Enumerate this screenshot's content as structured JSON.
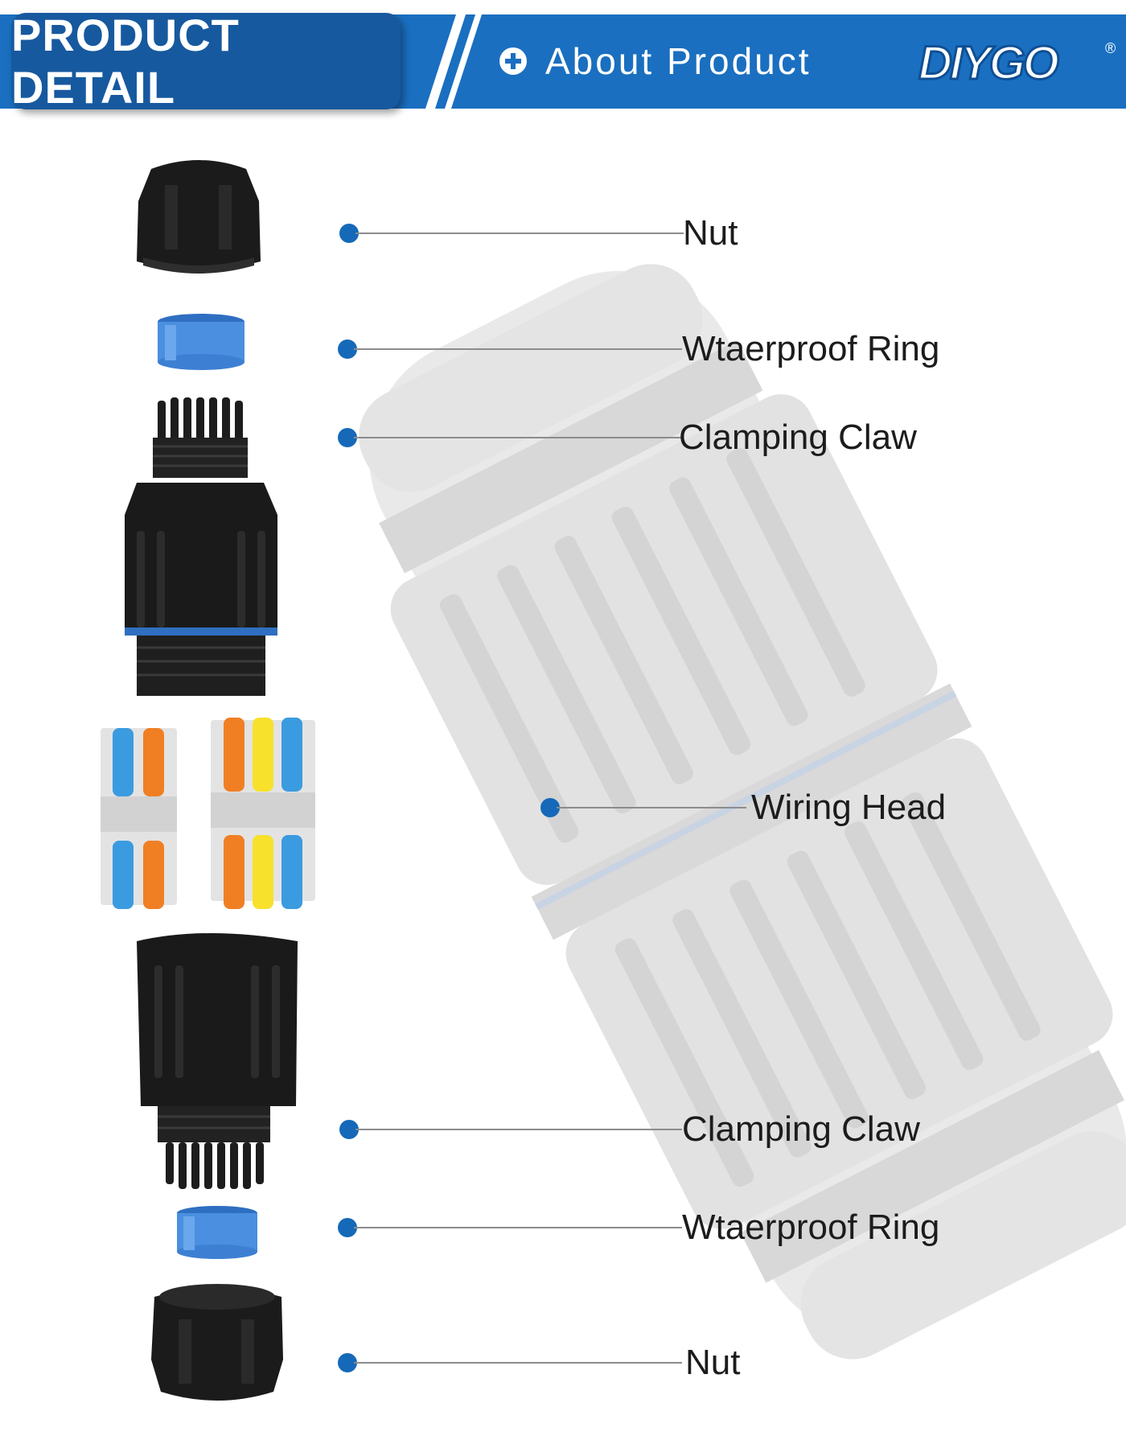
{
  "header": {
    "title": "PRODUCT DETAIL",
    "about_label": "About Product",
    "brand": "DIYGO",
    "brand_mark": "®"
  },
  "callouts": [
    {
      "label": "Nut"
    },
    {
      "label": "Wtaerproof Ring"
    },
    {
      "label": "Clamping Claw"
    },
    {
      "label": "Wiring Head"
    },
    {
      "label": "Clamping Claw"
    },
    {
      "label": "Wtaerproof Ring"
    },
    {
      "label": "Nut"
    }
  ],
  "colors": {
    "header_blue": "#1a6fc0",
    "badge_blue": "#17599f",
    "dot_blue": "#1569b8",
    "ring_blue": "#4a8fe0",
    "lever_orange": "#f07f24",
    "lever_yellow": "#f7e12c",
    "lever_blue": "#3b9be0"
  },
  "icons": [
    "plus-circle-icon",
    "diygo-logo"
  ]
}
